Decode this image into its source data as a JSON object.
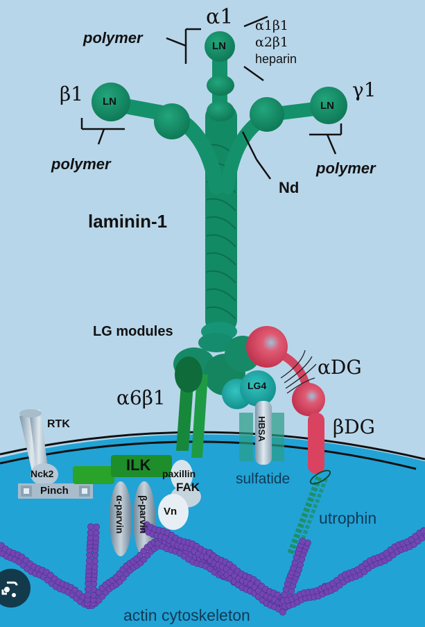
{
  "title": "laminin-1",
  "chains": {
    "alpha1": "α1",
    "beta1": "β1",
    "gamma1": "γ1"
  },
  "domains": {
    "ln_alpha": "LN",
    "ln_beta": "LN",
    "ln_gamma": "LN",
    "lg4": "LG4",
    "hbsa": "HBSA"
  },
  "annotations": {
    "polymer_top": "polymer",
    "polymer_left": "polymer",
    "polymer_right": "polymer",
    "alpha1_binders": [
      "α1β1",
      "α2β1",
      "heparin"
    ],
    "nd": "Nd",
    "lg_modules": "LG modules"
  },
  "receptors": {
    "integrin": "α6β1",
    "adg": "αDG",
    "bdg": "βDG",
    "rtk": "RTK",
    "sulfatide": "sulfatide"
  },
  "intracellular": {
    "ilk": "ILK",
    "nck2": "Nck2",
    "pinch": "Pinch",
    "a_parvin": "α-parvin",
    "b_parvin": "β-parvin",
    "paxillin": "paxillin",
    "fak": "FAK",
    "vn": "Vn",
    "utrophin": "utrophin",
    "actin": "actin cytoskeleton"
  },
  "colors": {
    "background_extracellular": "#b8d6ea",
    "cytoplasm": "#22a3d6",
    "laminin_green": "#168a66",
    "integrin_green": "#17873c",
    "ilk_green": "#2aa32a",
    "dystroglycan_red": "#d9435f",
    "lg_teal": "#1aa6a6",
    "actin_purple": "#6a3fa8",
    "membrane": "#111111"
  },
  "overlay": {
    "lens_icon": "google-lens-icon"
  }
}
